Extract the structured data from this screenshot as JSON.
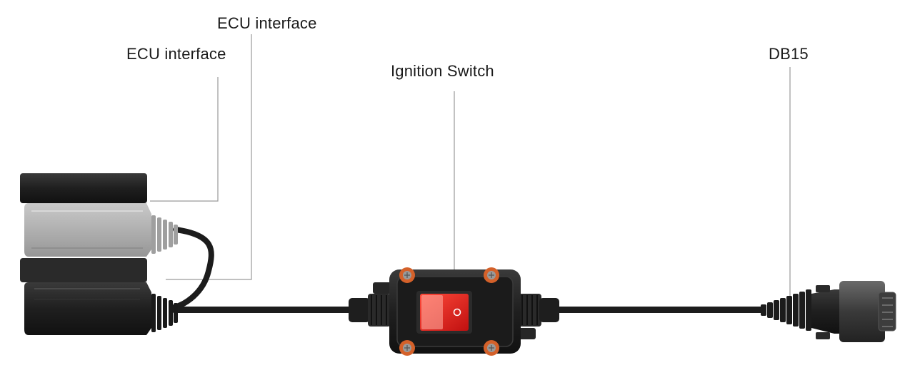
{
  "labels": {
    "ecu_interface_top": "ECU interface",
    "ecu_interface_left": "ECU interface",
    "ignition_switch": "Ignition Switch",
    "db15": "DB15"
  },
  "colors": {
    "background": "#ffffff",
    "callout_line": "#9a9a9a",
    "switch_red": "#e0201a",
    "indicator_red": "#c4161c",
    "connector_black": "#222222",
    "connector_grey": "#b5b5b5",
    "screw_orange": "#d4612a"
  }
}
